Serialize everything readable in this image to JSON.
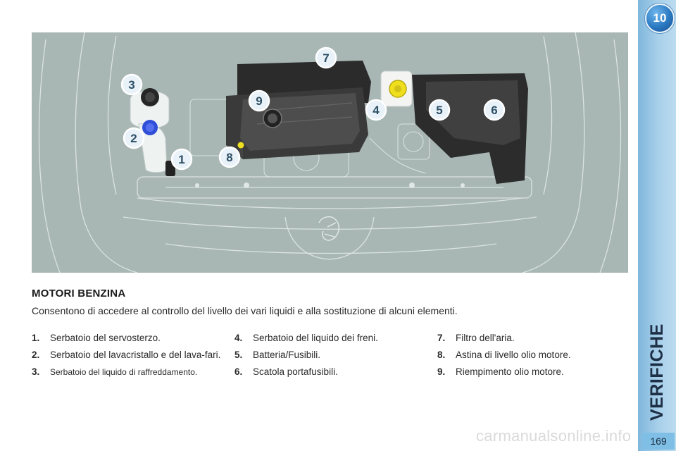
{
  "chapter": {
    "number": "10",
    "title": "VERIFICHE"
  },
  "page_number": "169",
  "heading": "MOTORI BENZINA",
  "intro": "Consentono di accedere al controllo del livello dei vari liquidi e alla sostituzione di alcuni elementi.",
  "callout_labels": [
    "1",
    "2",
    "3",
    "4",
    "5",
    "6",
    "7",
    "8",
    "9"
  ],
  "legend": {
    "col1": [
      {
        "num": "1.",
        "text": "Serbatoio del servosterzo."
      },
      {
        "num": "2.",
        "text": "Serbatoio del lavacristallo e del lava-fari."
      },
      {
        "num": "3.",
        "text": "Serbatoio del liquido di raffreddamento."
      }
    ],
    "col2": [
      {
        "num": "4.",
        "text": "Serbatoio del liquido dei freni."
      },
      {
        "num": "5.",
        "text": "Batteria/Fusibili."
      },
      {
        "num": "6.",
        "text": "Scatola portafusibili."
      }
    ],
    "col3": [
      {
        "num": "7.",
        "text": "Filtro dell'aria."
      },
      {
        "num": "8.",
        "text": "Astina di livello olio motore."
      },
      {
        "num": "9.",
        "text": "Riempimento olio motore."
      }
    ]
  },
  "watermark": "carmanualsonline.info",
  "colors": {
    "figure_background": "#a8b6b4",
    "sidebar": "#a9d0ea",
    "badge": "#2a79c2",
    "callout_text": "#2d4f66",
    "fluid_cap_blue": "#2f4fd8",
    "brake_cap_yellow": "#f0df1e"
  }
}
